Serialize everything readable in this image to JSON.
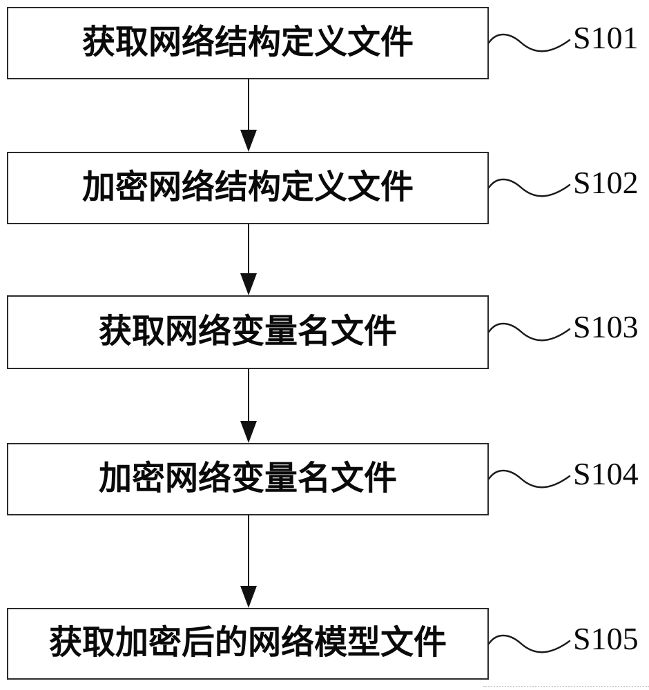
{
  "figure": {
    "type": "flowchart",
    "direction": "top-down",
    "steps": [
      {
        "text": "获取网络结构定义文件",
        "label": "S101"
      },
      {
        "text": "加密网络结构定义文件",
        "label": "S102"
      },
      {
        "text": "获取网络变量名文件",
        "label": "S103"
      },
      {
        "text": "加密网络变量名文件",
        "label": "S104"
      },
      {
        "text": "获取加密后的网络模型文件",
        "label": "S105"
      }
    ],
    "colors": {
      "line": "#1a1a1a",
      "box_border": "#2b2b2b",
      "text": "#0a0a0a",
      "background": "#ffffff"
    }
  }
}
